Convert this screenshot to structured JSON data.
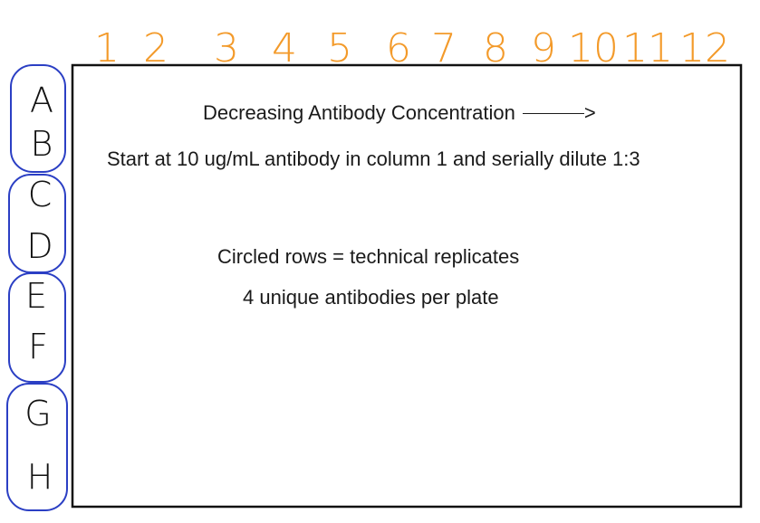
{
  "columns": [
    "1",
    "2",
    "3",
    "4",
    "5",
    "6",
    "7",
    "8",
    "9",
    "10",
    "11",
    "12"
  ],
  "rows": [
    "A",
    "B",
    "C",
    "D",
    "E",
    "F",
    "G",
    "H"
  ],
  "replicate_groups": [
    [
      "A",
      "B"
    ],
    [
      "C",
      "D"
    ],
    [
      "E",
      "F"
    ],
    [
      "G",
      "H"
    ]
  ],
  "notes": {
    "direction": "Decreasing Antibody Concentration",
    "arrow_head": ">",
    "dilution": "Start at 10 ug/mL antibody in column 1 and serially dilute 1:3",
    "replicates": "Circled rows = technical replicates",
    "antibodies": "4 unique antibodies per plate"
  },
  "colors": {
    "column_numbers": "#f39a2a",
    "row_circles": "#2b3fc4",
    "plate_border": "#111111",
    "text": "#1a1a1a"
  }
}
